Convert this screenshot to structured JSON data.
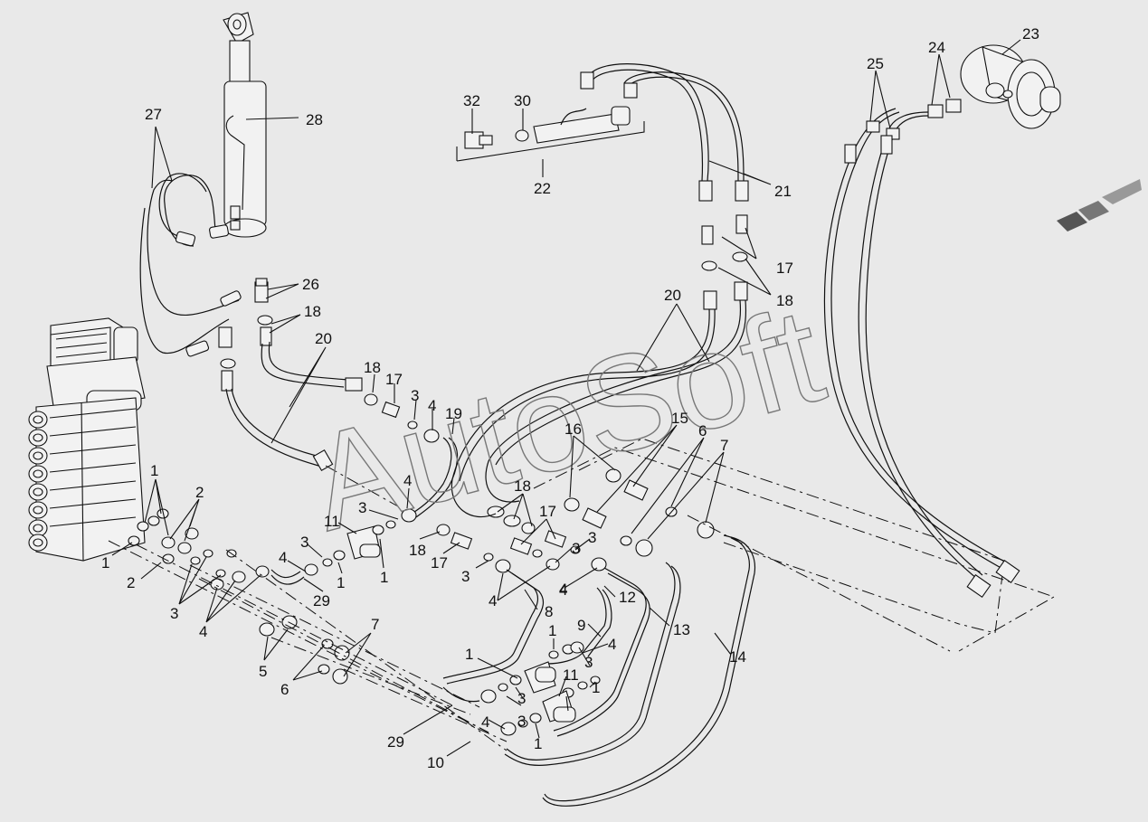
{
  "watermark": "AutoSoft",
  "callouts": [
    {
      "id": "c23",
      "text": "23"
    },
    {
      "id": "c24",
      "text": "24"
    },
    {
      "id": "c25",
      "text": "25"
    },
    {
      "id": "c27",
      "text": "27"
    },
    {
      "id": "c28",
      "text": "28"
    },
    {
      "id": "c32",
      "text": "32"
    },
    {
      "id": "c30",
      "text": "30"
    },
    {
      "id": "c22",
      "text": "22"
    },
    {
      "id": "c21",
      "text": "21"
    },
    {
      "id": "c17a",
      "text": "17"
    },
    {
      "id": "c18a",
      "text": "18"
    },
    {
      "id": "c20a",
      "text": "20"
    },
    {
      "id": "c26",
      "text": "26"
    },
    {
      "id": "c18b",
      "text": "18"
    },
    {
      "id": "c20b",
      "text": "20"
    },
    {
      "id": "c18c",
      "text": "18"
    },
    {
      "id": "c17b",
      "text": "17"
    },
    {
      "id": "c3a",
      "text": "3"
    },
    {
      "id": "c4a",
      "text": "4"
    },
    {
      "id": "c19",
      "text": "19"
    },
    {
      "id": "c16",
      "text": "16"
    },
    {
      "id": "c15",
      "text": "15"
    },
    {
      "id": "c6a",
      "text": "6"
    },
    {
      "id": "c7a",
      "text": "7"
    },
    {
      "id": "c1a",
      "text": "1"
    },
    {
      "id": "c2a",
      "text": "2"
    },
    {
      "id": "c1b",
      "text": "1"
    },
    {
      "id": "c2b",
      "text": "2"
    },
    {
      "id": "c3b",
      "text": "3"
    },
    {
      "id": "c4b",
      "text": "4"
    },
    {
      "id": "c4c",
      "text": "4"
    },
    {
      "id": "c3c",
      "text": "3"
    },
    {
      "id": "c11a",
      "text": "11"
    },
    {
      "id": "c18d",
      "text": "18"
    },
    {
      "id": "c17c",
      "text": "17"
    },
    {
      "id": "c3d",
      "text": "3"
    },
    {
      "id": "c4d",
      "text": "4"
    },
    {
      "id": "c3e",
      "text": "3"
    },
    {
      "id": "c1c",
      "text": "1"
    },
    {
      "id": "c1d",
      "text": "1"
    },
    {
      "id": "c4e",
      "text": "4"
    },
    {
      "id": "c3f",
      "text": "3"
    },
    {
      "id": "c29a",
      "text": "29"
    },
    {
      "id": "c18e",
      "text": "18"
    },
    {
      "id": "c17d",
      "text": "17"
    },
    {
      "id": "c3g",
      "text": "3"
    },
    {
      "id": "c4f",
      "text": "4"
    },
    {
      "id": "c4g",
      "text": "4"
    },
    {
      "id": "c8",
      "text": "8"
    },
    {
      "id": "c12",
      "text": "12"
    },
    {
      "id": "c13",
      "text": "13"
    },
    {
      "id": "c14",
      "text": "14"
    },
    {
      "id": "c9",
      "text": "9"
    },
    {
      "id": "c1e",
      "text": "1"
    },
    {
      "id": "c4h",
      "text": "4"
    },
    {
      "id": "c1f",
      "text": "1"
    },
    {
      "id": "c3h",
      "text": "3"
    },
    {
      "id": "c11b",
      "text": "11"
    },
    {
      "id": "c3i",
      "text": "3"
    },
    {
      "id": "c1g",
      "text": "1"
    },
    {
      "id": "c3j",
      "text": "3"
    },
    {
      "id": "c4i",
      "text": "4"
    },
    {
      "id": "c1h",
      "text": "1"
    },
    {
      "id": "c5",
      "text": "5"
    },
    {
      "id": "c6b",
      "text": "6"
    },
    {
      "id": "c7b",
      "text": "7"
    },
    {
      "id": "c29b",
      "text": "29"
    },
    {
      "id": "c10",
      "text": "10"
    }
  ]
}
